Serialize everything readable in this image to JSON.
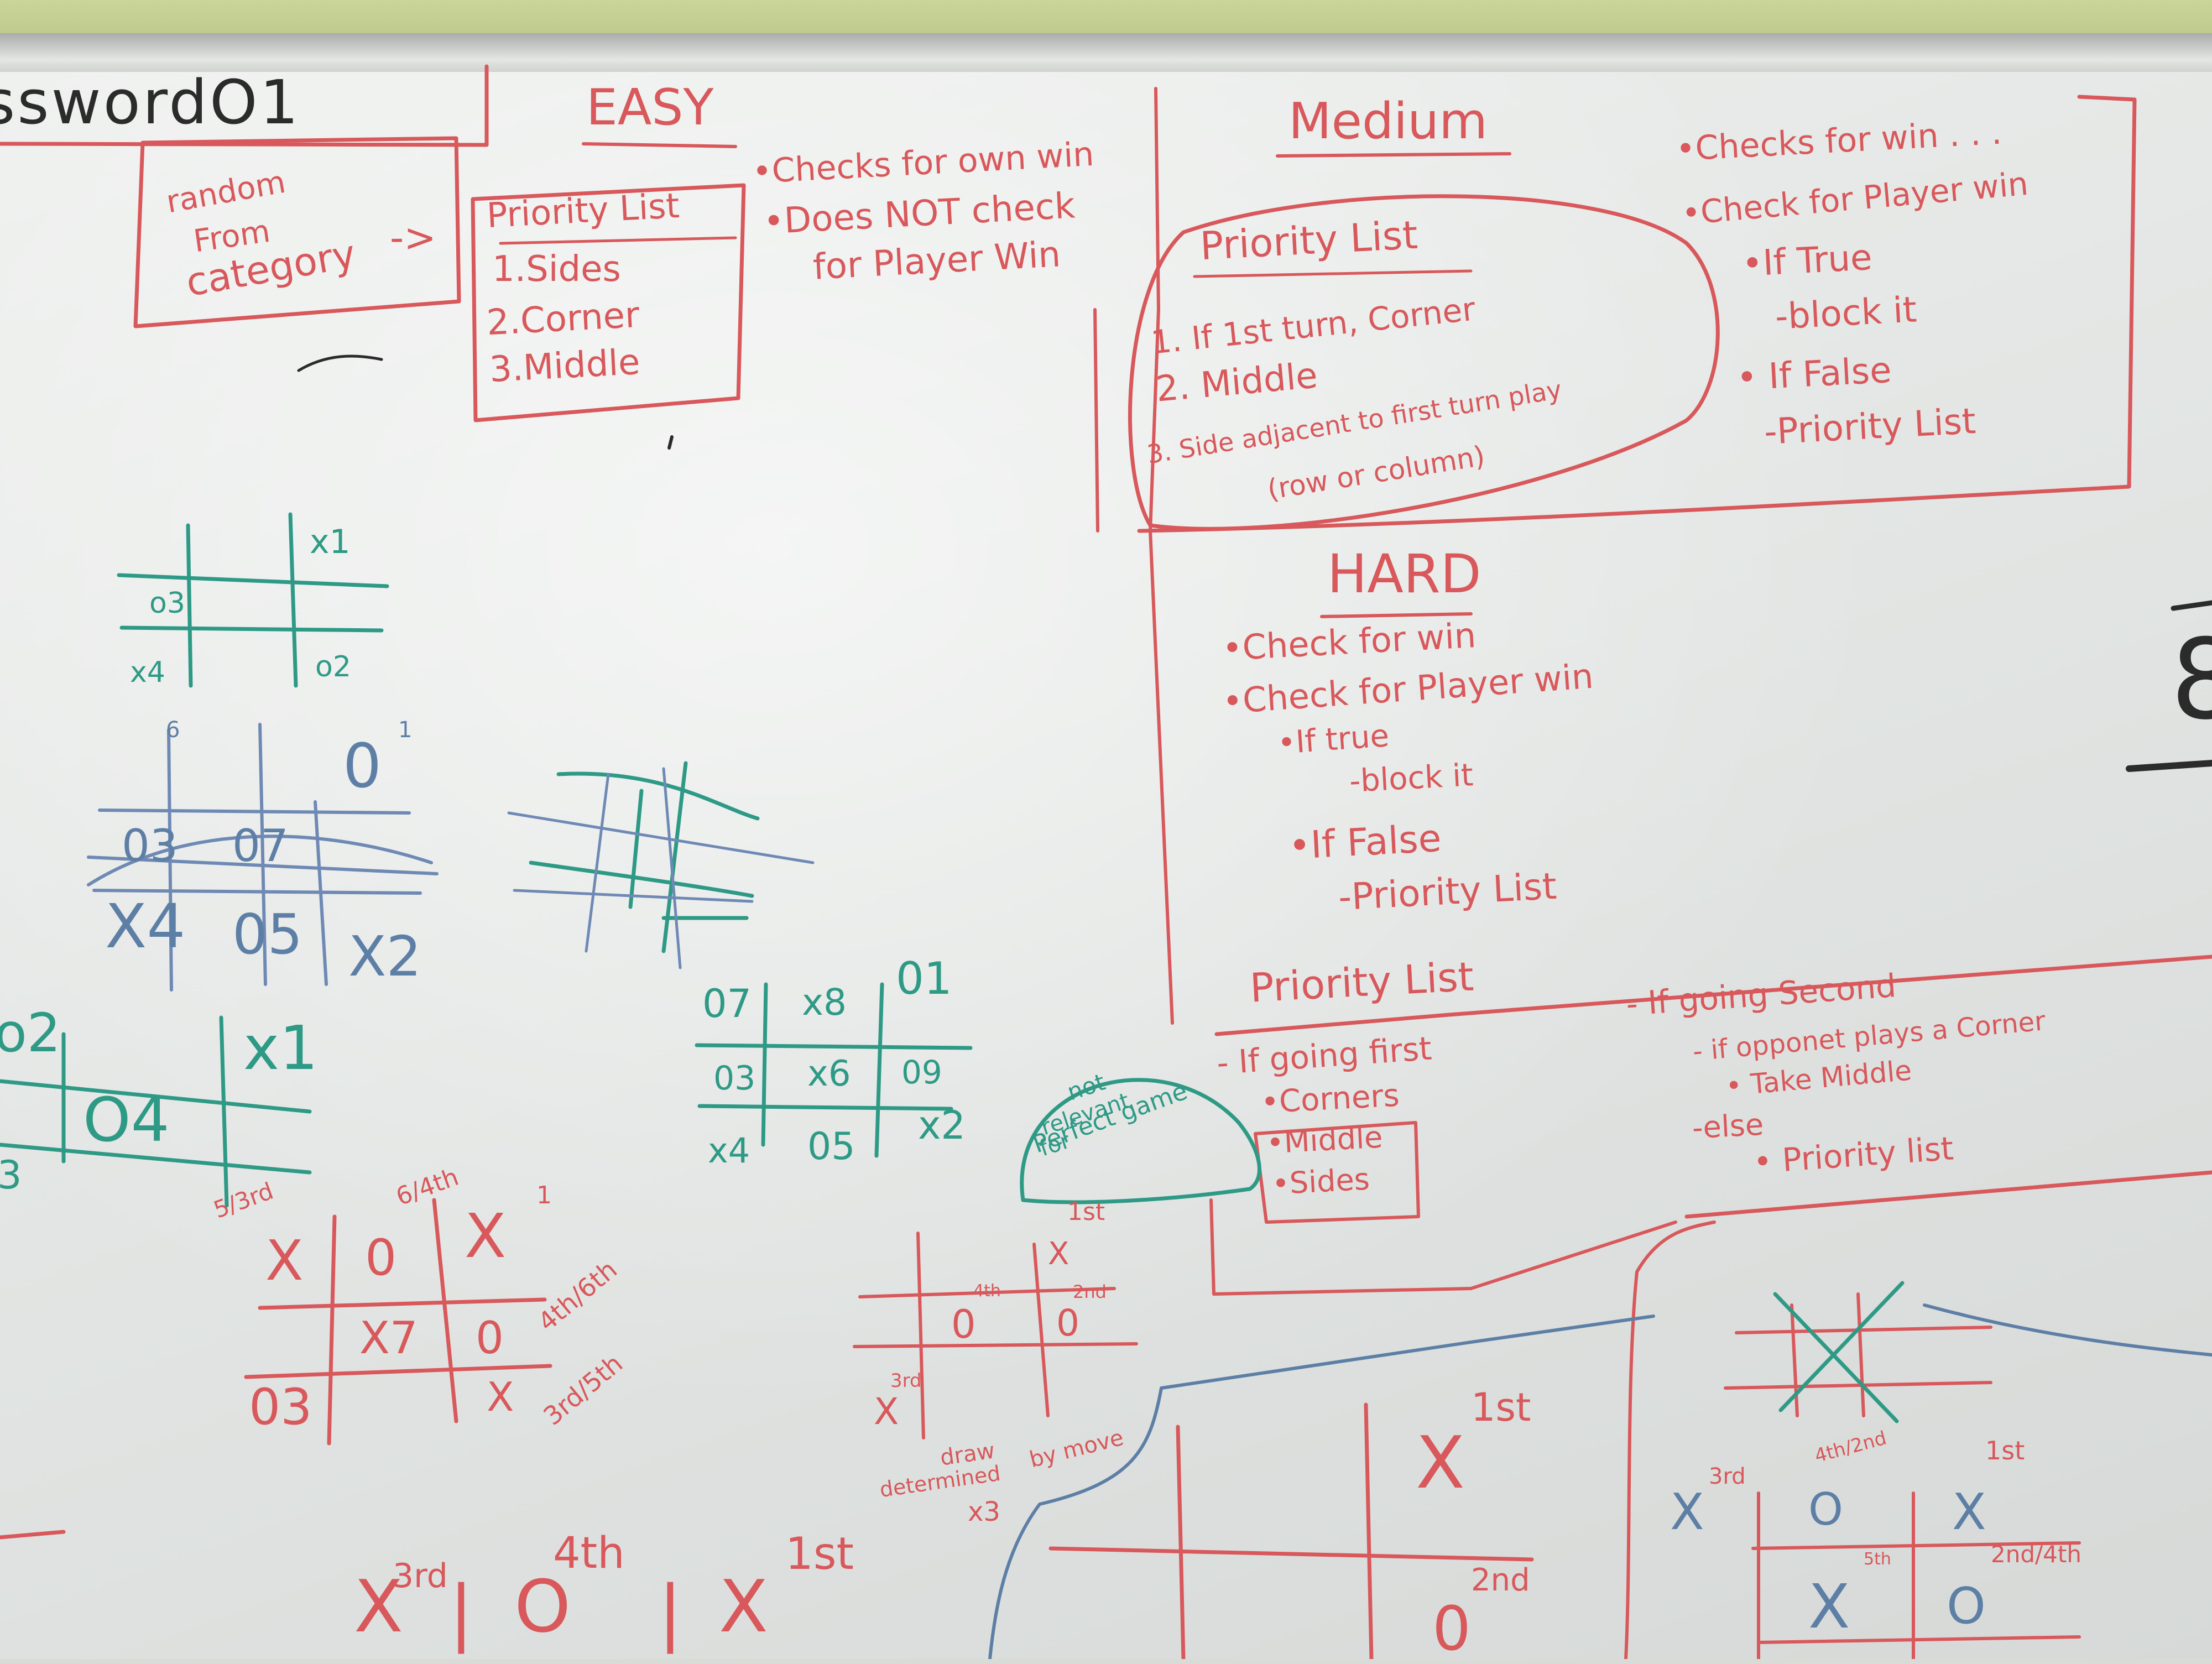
{
  "colors": {
    "red_marker": "#d8585b",
    "teal_marker": "#2e9a86",
    "blue_marker": "#5d7fa6",
    "black_marker": "#2b2b2b"
  },
  "password": "sswordO1",
  "random_box": {
    "line1": "random",
    "line2": "From",
    "line3": "category",
    "arrow": "->"
  },
  "easy": {
    "title": "EASY",
    "list_title": "Priority List",
    "items": [
      "1.Sides",
      "2.Corner",
      "3.Middle"
    ],
    "notes": [
      "•Checks for own win",
      "•Does NOT check",
      "for Player Win"
    ]
  },
  "medium": {
    "title": "Medium",
    "list_title": "Priority List",
    "items": [
      "1. If 1st turn, Corner",
      "2. Middle",
      "3. Side adjacent to first turn play",
      "(row or column)"
    ],
    "notes": [
      "•Checks for win . . .",
      "•Check for Player win",
      "•If True",
      "-block it",
      "• If False",
      "-Priority List"
    ]
  },
  "hard": {
    "title": "HARD",
    "notes": [
      "•Check for win",
      "•Check for Player win",
      "•If true",
      "-block it",
      "•If False",
      "-Priority List"
    ],
    "list_title": "Priority List",
    "first": [
      "- If going first",
      "•Corners",
      "•Middle",
      "•Sides"
    ],
    "second": [
      "- If going Second",
      "- if opponet plays a Corner",
      "• Take Middle",
      "-else",
      "• Priority list"
    ],
    "aside": [
      "not",
      "relevant",
      "for",
      "Perfect game"
    ]
  },
  "grid_teal_top": [
    "x1",
    "o3",
    "x4",
    "o2"
  ],
  "grid_blue": [
    "6",
    "0",
    "1",
    "03",
    "07",
    "X4",
    "05",
    "X2"
  ],
  "grid_teal_left": [
    "o2",
    "x1",
    "O4",
    "3"
  ],
  "grid_teal_mid": [
    "07",
    "x8",
    "01",
    "03",
    "x6",
    "09",
    "x4",
    "05",
    "x2"
  ],
  "grid_red_left": [
    "5/3rd",
    "X",
    "0",
    "6/4th",
    "X",
    "1",
    "X7",
    "0",
    "4th/6th",
    "03",
    "X",
    "3rd/5th"
  ],
  "grid_red_mid": [
    "1st",
    "X",
    "0",
    "4th",
    "0",
    "2nd",
    "3rd",
    "X",
    "draw",
    "determined",
    "by move",
    "x3"
  ],
  "bottom_row": [
    "X",
    "3rd",
    "O",
    "4th",
    "X",
    "1st"
  ],
  "big_grid": [
    "X",
    "1st",
    "0",
    "2nd"
  ],
  "small_grid": [
    "X",
    "3rd",
    "O",
    "4th/2nd",
    "X",
    "1st",
    "X",
    "5th",
    "O",
    "2nd/4th"
  ],
  "edge_number": "8"
}
